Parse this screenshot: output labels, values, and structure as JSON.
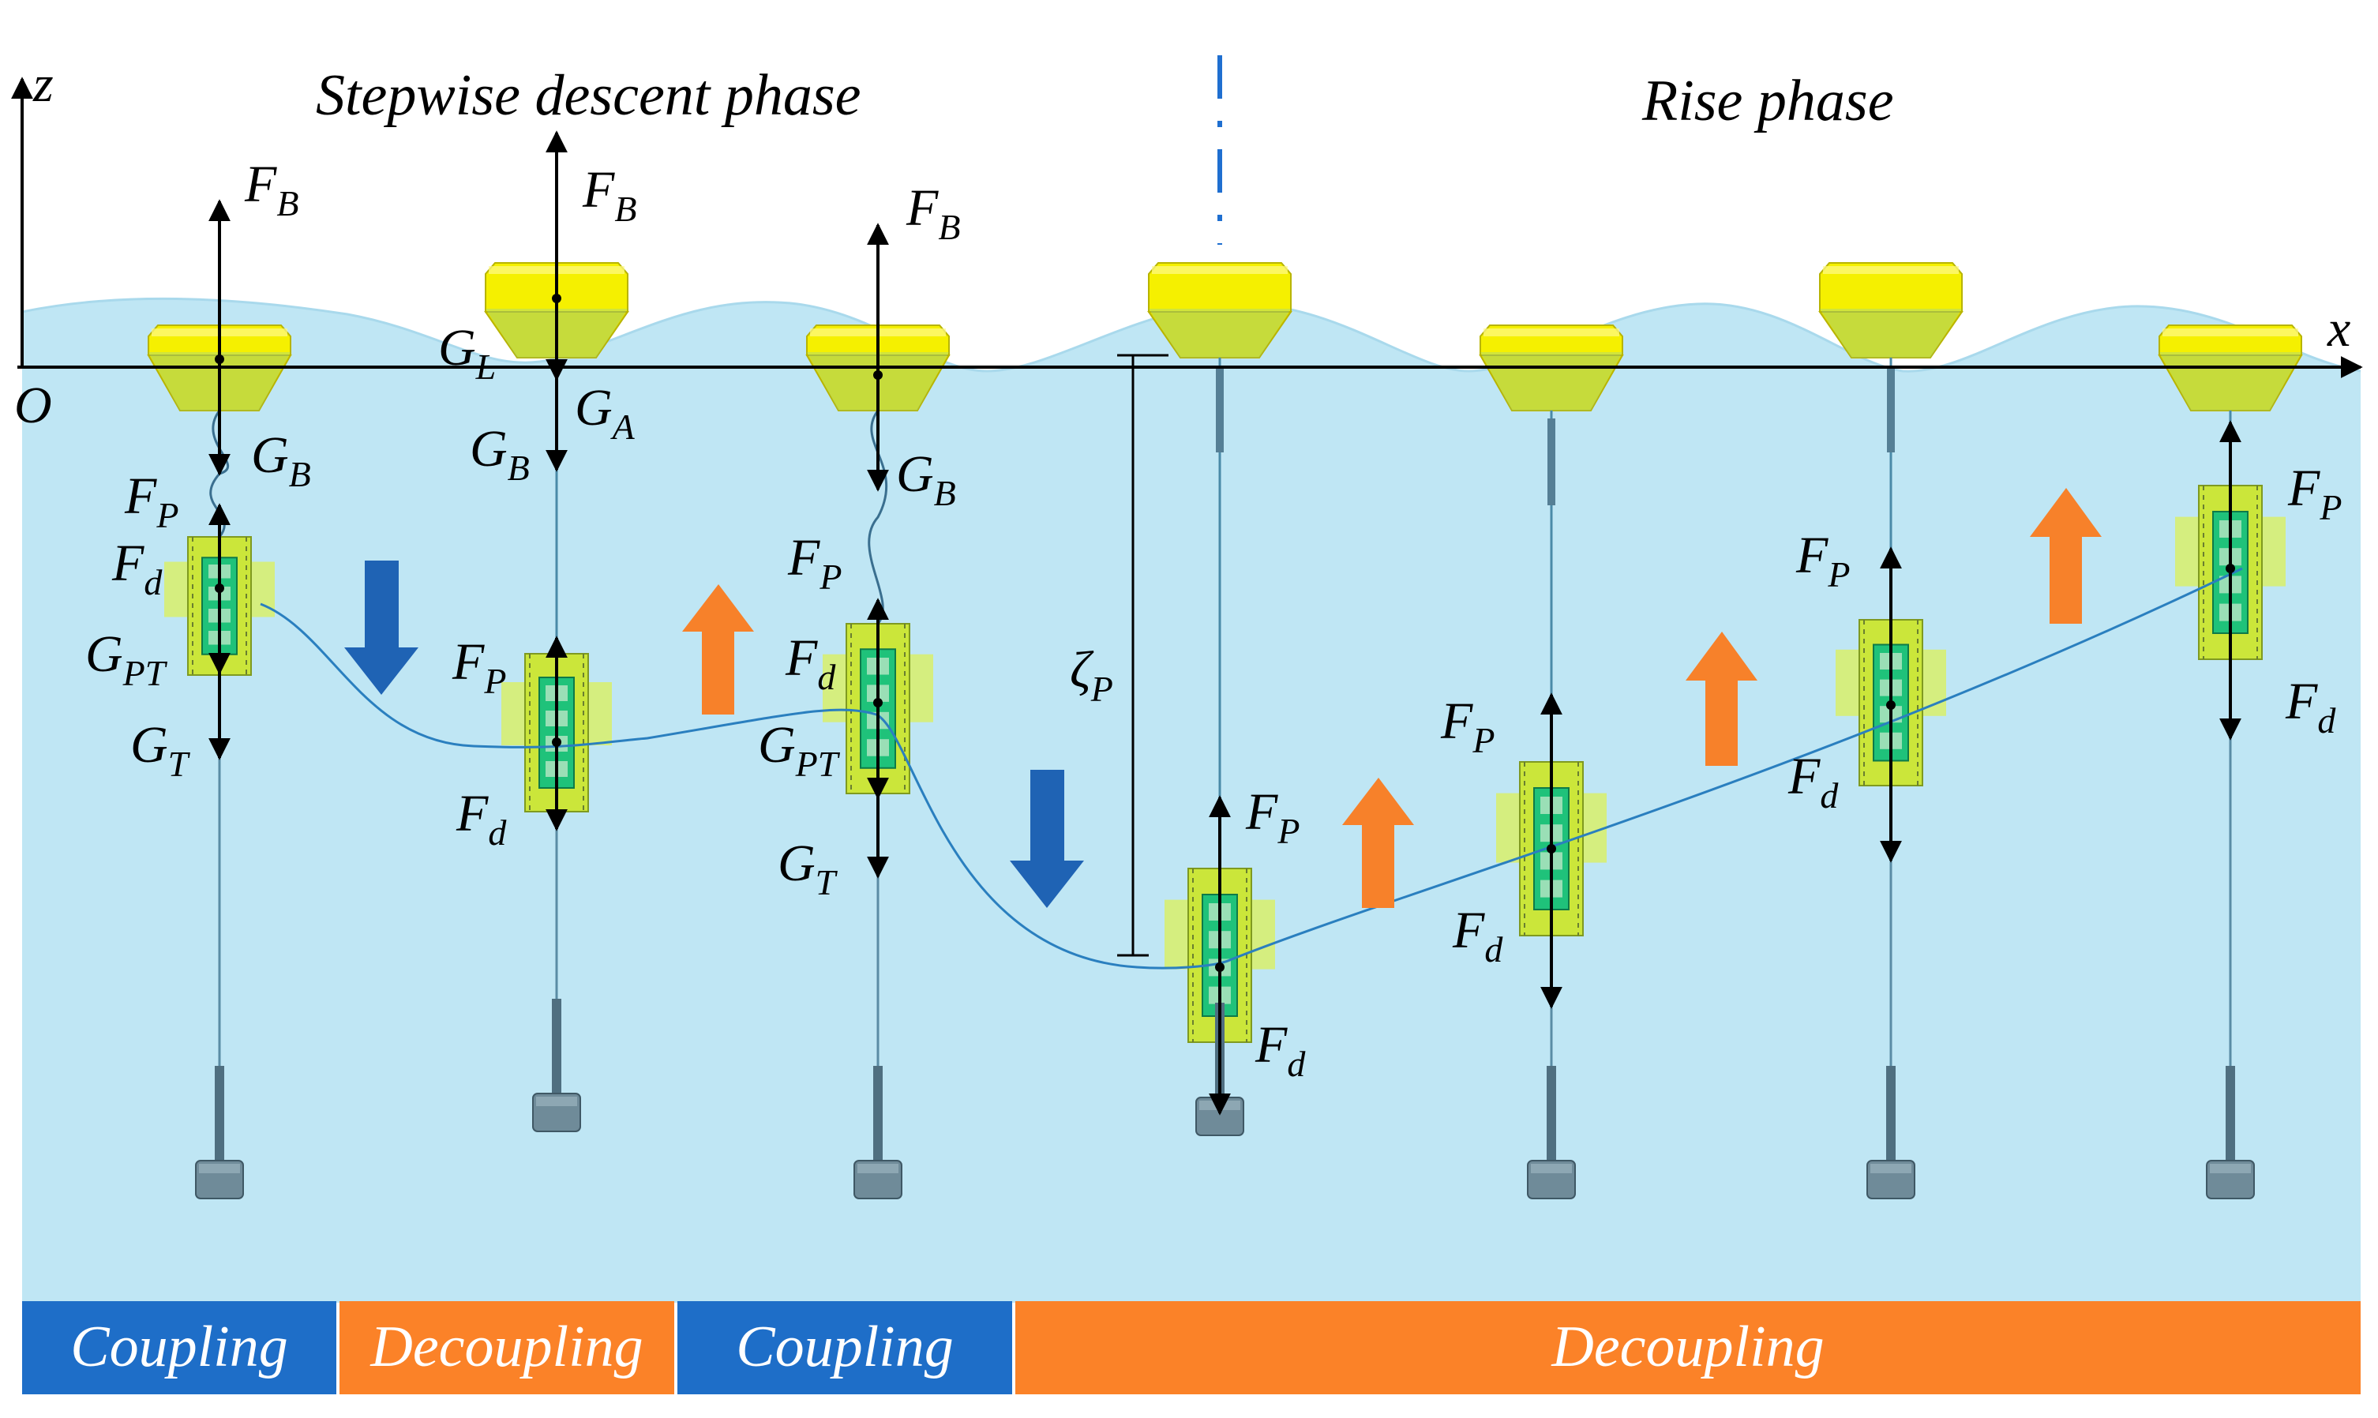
{
  "titles": {
    "descent": "Stepwise descent phase",
    "rise": "Rise phase"
  },
  "axes": {
    "z": "z",
    "x": "x",
    "origin": "O"
  },
  "zeta_label": {
    "sym": "ζ",
    "sub": "P"
  },
  "modes": [
    "Coupling",
    "Decoupling",
    "Coupling",
    "Decoupling"
  ],
  "colors": {
    "water": "#bfe6f4",
    "buoy": "#f2f000",
    "payload": "#cbe63a",
    "payload_core": "#1fc27a",
    "coupling": "#1e6ec8",
    "decoupling": "#fb8228",
    "arrow_down": "#1f63b4",
    "arrow_up": "#f7812a"
  },
  "forces": {
    "s1": {
      "FB": [
        "F",
        "B"
      ],
      "GB": [
        "G",
        "B"
      ],
      "FP": [
        "F",
        "P"
      ],
      "Fd": [
        "F",
        "d"
      ],
      "GPT": [
        "G",
        "PT"
      ],
      "GT": [
        "G",
        "T"
      ]
    },
    "s2": {
      "FB": [
        "F",
        "B"
      ],
      "GL": [
        "G",
        "L"
      ],
      "GA": [
        "G",
        "A"
      ],
      "GB": [
        "G",
        "B"
      ],
      "FP": [
        "F",
        "P"
      ],
      "Fd": [
        "F",
        "d"
      ]
    },
    "s3": {
      "FB": [
        "F",
        "B"
      ],
      "GB": [
        "G",
        "B"
      ],
      "FP": [
        "F",
        "P"
      ],
      "Fd": [
        "F",
        "d"
      ],
      "GPT": [
        "G",
        "PT"
      ],
      "GT": [
        "G",
        "T"
      ]
    },
    "s4": {
      "FP": [
        "F",
        "P"
      ],
      "Fd": [
        "F",
        "d"
      ]
    },
    "s5": {
      "FP": [
        "F",
        "P"
      ],
      "Fd": [
        "F",
        "d"
      ]
    },
    "s6": {
      "FP": [
        "F",
        "P"
      ],
      "Fd": [
        "F",
        "d"
      ]
    },
    "s7": {
      "FP": [
        "F",
        "P"
      ],
      "Fd": [
        "F",
        "d"
      ]
    }
  }
}
